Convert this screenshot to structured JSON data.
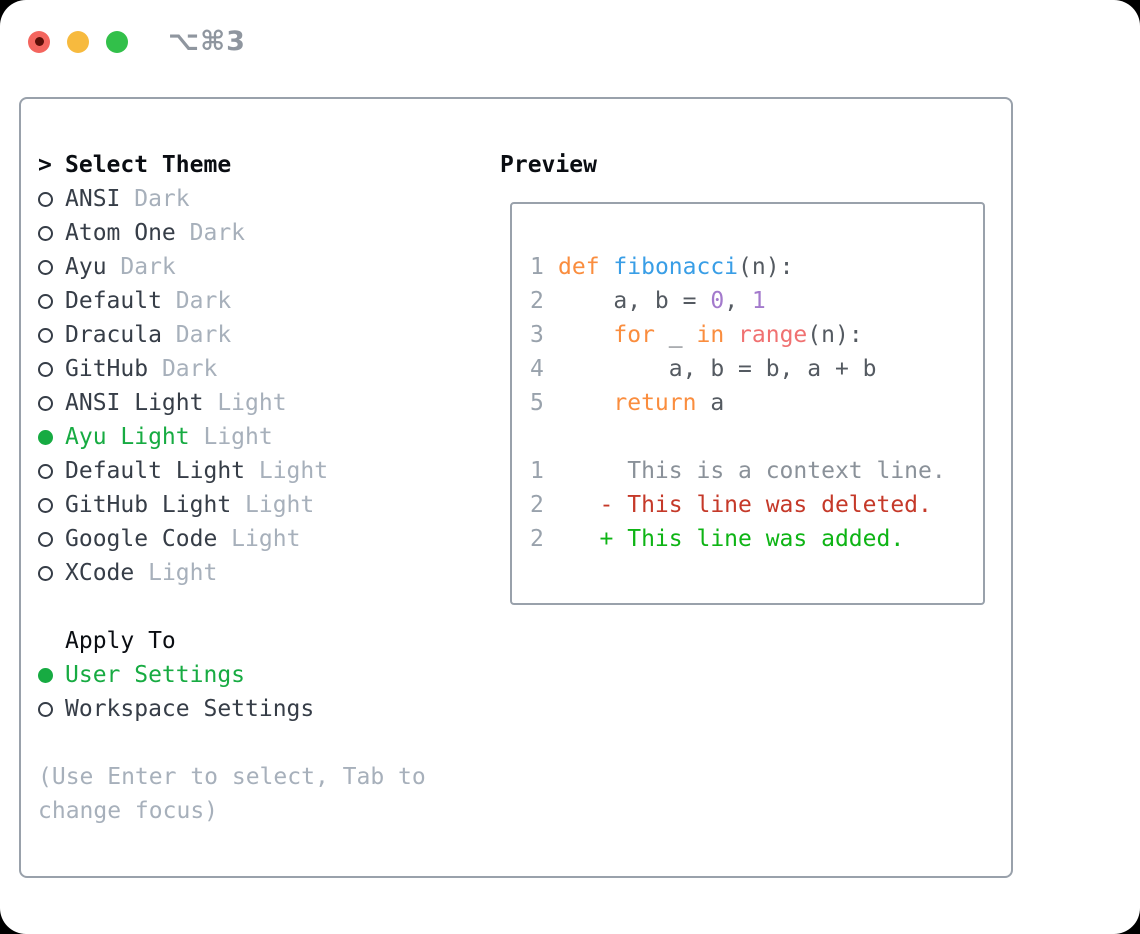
{
  "colors": {
    "traffic_red": "#F4655E",
    "traffic_red_dot": "#5C0F08",
    "traffic_yellow": "#F7BA3E",
    "traffic_green": "#32C04A",
    "titlebar_text": "#8F969F",
    "panel_border": "#99A1AB",
    "header_text": "#0A0D12",
    "list_text": "#363D47",
    "muted": "#A7B0BB",
    "accent_green": "#17AB42",
    "line_number": "#99A2AC",
    "code_default": "#545A61",
    "keyword": "#FA8D3E",
    "function": "#399EE6",
    "number": "#A37ACC",
    "builtin": "#F07171",
    "context": "#8A9199",
    "deleted": "#C53929",
    "added": "#0EB415"
  },
  "titlebar": {
    "shortcut": "⌥⌘3"
  },
  "theme_picker": {
    "header_prefix": ">",
    "header_label": "Select Theme",
    "themes": [
      {
        "name": "ANSI",
        "variant": "Dark",
        "selected": false
      },
      {
        "name": "Atom One",
        "variant": "Dark",
        "selected": false
      },
      {
        "name": "Ayu",
        "variant": "Dark",
        "selected": false
      },
      {
        "name": "Default",
        "variant": "Dark",
        "selected": false
      },
      {
        "name": "Dracula",
        "variant": "Dark",
        "selected": false
      },
      {
        "name": "GitHub",
        "variant": "Dark",
        "selected": false
      },
      {
        "name": "ANSI Light",
        "variant": "Light",
        "selected": false
      },
      {
        "name": "Ayu Light",
        "variant": "Light",
        "selected": true
      },
      {
        "name": "Default Light",
        "variant": "Light",
        "selected": false
      },
      {
        "name": "GitHub Light",
        "variant": "Light",
        "selected": false
      },
      {
        "name": "Google Code",
        "variant": "Light",
        "selected": false
      },
      {
        "name": "XCode",
        "variant": "Light",
        "selected": false
      }
    ],
    "apply_to": {
      "header": "Apply To",
      "options": [
        {
          "label": "User Settings",
          "selected": true
        },
        {
          "label": "Workspace Settings",
          "selected": false
        }
      ]
    },
    "help_lines": [
      "(Use Enter to select, Tab to",
      "change focus)"
    ]
  },
  "preview": {
    "header": "Preview",
    "lines": [
      {
        "num": "1",
        "type": "code",
        "tokens": [
          {
            "t": "def",
            "c": "keyword"
          },
          {
            "t": " "
          },
          {
            "t": "fibonacci",
            "c": "function"
          },
          {
            "t": "(n):"
          }
        ]
      },
      {
        "num": "2",
        "type": "code",
        "tokens": [
          {
            "t": "    a, b = "
          },
          {
            "t": "0",
            "c": "number"
          },
          {
            "t": ", "
          },
          {
            "t": "1",
            "c": "number"
          }
        ]
      },
      {
        "num": "3",
        "type": "code",
        "tokens": [
          {
            "t": "    "
          },
          {
            "t": "for",
            "c": "keyword"
          },
          {
            "t": " _ "
          },
          {
            "t": "in",
            "c": "keyword"
          },
          {
            "t": " "
          },
          {
            "t": "range",
            "c": "builtin"
          },
          {
            "t": "(n):"
          }
        ]
      },
      {
        "num": "4",
        "type": "code",
        "tokens": [
          {
            "t": "        a, b = b, a + b"
          }
        ]
      },
      {
        "num": "5",
        "type": "code",
        "tokens": [
          {
            "t": "    "
          },
          {
            "t": "return",
            "c": "keyword"
          },
          {
            "t": " a"
          }
        ]
      },
      {
        "num": "",
        "type": "blank",
        "tokens": []
      },
      {
        "num": "1",
        "type": "diff-context",
        "tokens": [
          {
            "t": "     This is a context line.",
            "c": "context"
          }
        ]
      },
      {
        "num": "2",
        "type": "diff-deleted",
        "tokens": [
          {
            "t": "   - This line was deleted.",
            "c": "deleted"
          }
        ]
      },
      {
        "num": "2",
        "type": "diff-added",
        "tokens": [
          {
            "t": "   + This line was added.",
            "c": "added"
          }
        ]
      }
    ]
  }
}
